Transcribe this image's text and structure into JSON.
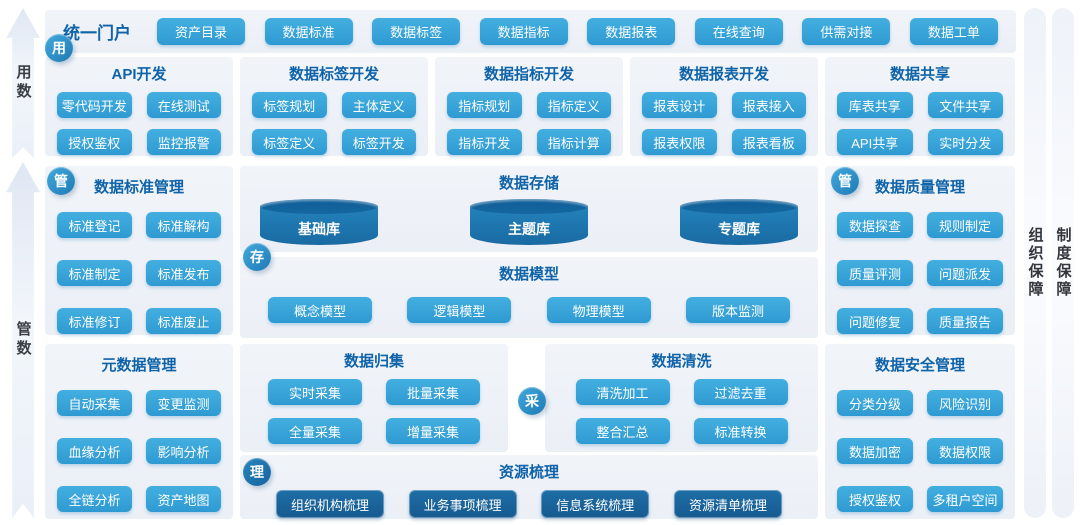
{
  "left_rail": {
    "use_arrow": "用数",
    "manage_arrow": "管数"
  },
  "right_rail": {
    "organization": "组织保障",
    "institution": "制度保障"
  },
  "badges": {
    "use": "用",
    "manage_left": "管",
    "store": "存",
    "collect": "采",
    "manage_right": "管",
    "organize": "理"
  },
  "portal": {
    "title": "统一门户",
    "buttons": [
      "资产目录",
      "数据标准",
      "数据标签",
      "数据指标",
      "数据报表",
      "在线查询",
      "供需对接",
      "数据工单"
    ]
  },
  "dev_sections": [
    {
      "title": "API开发",
      "items": [
        "零代码开发",
        "在线测试",
        "授权鉴权",
        "监控报警"
      ]
    },
    {
      "title": "数据标签开发",
      "items": [
        "标签规划",
        "主体定义",
        "标签定义",
        "标签开发"
      ]
    },
    {
      "title": "数据指标开发",
      "items": [
        "指标规划",
        "指标定义",
        "指标开发",
        "指标计算"
      ]
    },
    {
      "title": "数据报表开发",
      "items": [
        "报表设计",
        "报表接入",
        "报表权限",
        "报表看板"
      ]
    },
    {
      "title": "数据共享",
      "items": [
        "库表共享",
        "文件共享",
        "API共享",
        "实时分发"
      ]
    }
  ],
  "standard_mgmt": {
    "title": "数据标准管理",
    "items": [
      "标准登记",
      "标准解构",
      "标准制定",
      "标准发布",
      "标准修订",
      "标准废止"
    ]
  },
  "metadata_mgmt": {
    "title": "元数据管理",
    "items": [
      "自动采集",
      "变更监测",
      "血缘分析",
      "影响分析",
      "全链分析",
      "资产地图"
    ]
  },
  "storage": {
    "title": "数据存储",
    "databases": [
      "基础库",
      "主题库",
      "专题库"
    ]
  },
  "model": {
    "title": "数据模型",
    "items": [
      "概念模型",
      "逻辑模型",
      "物理模型",
      "版本监测"
    ]
  },
  "collection": {
    "title": "数据归集",
    "items": [
      "实时采集",
      "批量采集",
      "全量采集",
      "增量采集"
    ]
  },
  "cleaning": {
    "title": "数据清洗",
    "items": [
      "清洗加工",
      "过滤去重",
      "整合汇总",
      "标准转换"
    ]
  },
  "resource": {
    "title": "资源梳理",
    "items": [
      "组织机构梳理",
      "业务事项梳理",
      "信息系统梳理",
      "资源清单梳理"
    ]
  },
  "quality_mgmt": {
    "title": "数据质量管理",
    "items": [
      "数据探查",
      "规则制定",
      "质量评测",
      "问题派发",
      "问题修复",
      "质量报告"
    ]
  },
  "security_mgmt": {
    "title": "数据安全管理",
    "items": [
      "分类分级",
      "风险识别",
      "数据加密",
      "数据权限",
      "授权鉴权",
      "多租户空间"
    ]
  },
  "colors": {
    "chip_blue": "#2e9ad2",
    "chip_dark_blue": "#155a8f",
    "title_blue": "#0f63a8"
  }
}
